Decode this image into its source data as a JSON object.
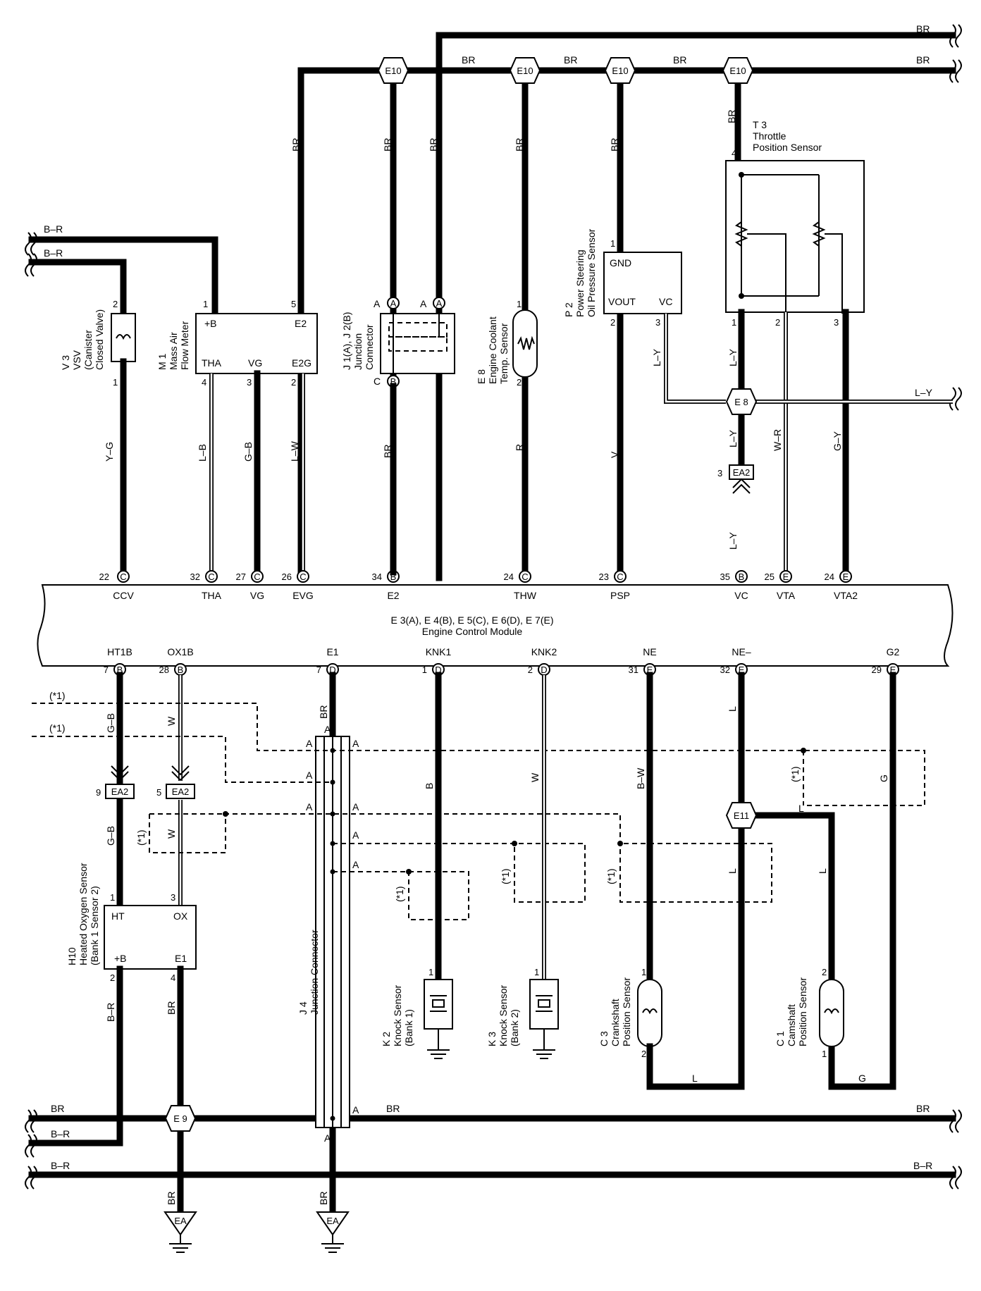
{
  "ecm": {
    "title": "E 3(A), E 4(B), E 5(C), E 6(D), E 7(E)",
    "subtitle": "Engine Control Module",
    "top_terminals": [
      {
        "label": "CCV",
        "pin": "22",
        "conn": "C"
      },
      {
        "label": "THA",
        "pin": "32",
        "conn": "C"
      },
      {
        "label": "VG",
        "pin": "27",
        "conn": "C"
      },
      {
        "label": "EVG",
        "pin": "26",
        "conn": "C"
      },
      {
        "label": "E2",
        "pin": "34",
        "conn": "B"
      },
      {
        "label": "THW",
        "pin": "24",
        "conn": "C"
      },
      {
        "label": "PSP",
        "pin": "23",
        "conn": "C"
      },
      {
        "label": "VC",
        "pin": "35",
        "conn": "B"
      },
      {
        "label": "VTA",
        "pin": "25",
        "conn": "E"
      },
      {
        "label": "VTA2",
        "pin": "24",
        "conn": "E"
      }
    ],
    "bottom_terminals": [
      {
        "label": "HT1B",
        "pin": "7",
        "conn": "B"
      },
      {
        "label": "OX1B",
        "pin": "28",
        "conn": "B"
      },
      {
        "label": "E1",
        "pin": "7",
        "conn": "D"
      },
      {
        "label": "KNK1",
        "pin": "1",
        "conn": "D"
      },
      {
        "label": "KNK2",
        "pin": "2",
        "conn": "D"
      },
      {
        "label": "NE",
        "pin": "31",
        "conn": "E"
      },
      {
        "label": "NE–",
        "pin": "32",
        "conn": "E"
      },
      {
        "label": "G2",
        "pin": "29",
        "conn": "E"
      }
    ]
  },
  "components": {
    "v3": {
      "id": "V 3",
      "name": "VSV",
      "desc": "(Canister",
      "desc2": "Closed Valve)",
      "pin_top": "2",
      "pin_bottom": "1"
    },
    "m1": {
      "id": "M 1",
      "name": "Mass Air",
      "name2": "Flow Meter",
      "pins": [
        "+B",
        "E2",
        "THA",
        "VG",
        "E2G"
      ],
      "pin_nums": [
        "1",
        "5",
        "4",
        "3",
        "2"
      ]
    },
    "j1": {
      "id": "J 1(A), J 2(B)",
      "name": "Junction",
      "name2": "Connector"
    },
    "e8": {
      "id": "E 8",
      "name": "Engine Coolant",
      "name2": "Temp. Sensor",
      "pin_top": "1",
      "pin_bottom": "2"
    },
    "p2": {
      "id": "P 2",
      "name": "Power Steering",
      "name2": "Oil Pressure Sensor",
      "pins": [
        "GND",
        "VOUT",
        "VC"
      ],
      "pin_nums": [
        "1",
        "2",
        "3"
      ]
    },
    "t3": {
      "id": "T 3",
      "name": "Throttle",
      "name2": "Position Sensor",
      "pin_nums": [
        "4",
        "1",
        "2",
        "3"
      ]
    },
    "h10": {
      "id": "H10",
      "name": "Heated Oxygen Sensor",
      "name2": "(Bank 1 Sensor 2)",
      "pins": [
        "HT",
        "OX",
        "+B",
        "E1"
      ],
      "pin_nums": [
        "1",
        "3",
        "2",
        "4"
      ]
    },
    "j4": {
      "id": "J 4",
      "name": "Junction Connector"
    },
    "k2": {
      "id": "K 2",
      "name": "Knock Sensor",
      "name2": "(Bank 1)",
      "pin": "1"
    },
    "k3": {
      "id": "K 3",
      "name": "Knock Sensor",
      "name2": "(Bank 2)",
      "pin": "1"
    },
    "c3": {
      "id": "C 3",
      "name": "Crankshaft",
      "name2": "Position Sensor",
      "pin_top": "1",
      "pin_bottom": "2"
    },
    "c1": {
      "id": "C 1",
      "name": "Camshaft",
      "name2": "Position Sensor",
      "pin_top": "2",
      "pin_bottom": "1"
    }
  },
  "splices": {
    "e10": "E10",
    "e8": "E 8",
    "e9": "E 9",
    "e11": "E11"
  },
  "connectors": {
    "ea2": "EA2",
    "ea2_pin_left": "9",
    "ea2_pin_mid": "5",
    "ea2_pin_right": "3",
    "ea": "EA",
    "a": "A",
    "b": "B",
    "c": "C",
    "shield_note": "(*1)"
  },
  "wires": {
    "br": "BR",
    "b_r": "B–R",
    "y_g": "Y–G",
    "l_b": "L–B",
    "g_b": "G–B",
    "l_w": "L–W",
    "r": "R",
    "v": "V",
    "l_y": "L–Y",
    "w_r": "W–R",
    "g_y": "G–Y",
    "w": "W",
    "b": "B",
    "b_w": "B–W",
    "l": "L",
    "g": "G"
  }
}
